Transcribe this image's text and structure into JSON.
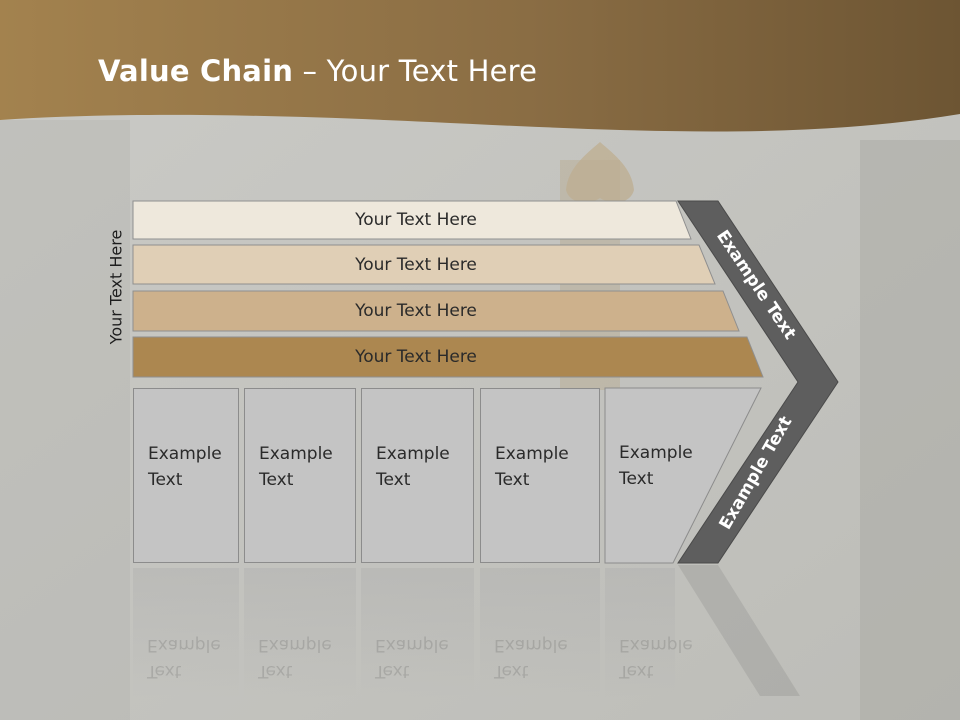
{
  "slide": {
    "title_bold": "Value Chain",
    "title_rest": " – Your Text Here"
  },
  "diagram": {
    "side_label": "Your Text Here",
    "bars": [
      {
        "label": "Your Text Here",
        "color": "#eee8dc"
      },
      {
        "label": "Your Text Here",
        "color": "#e0cfb6"
      },
      {
        "label": "Your Text Here",
        "color": "#cdb18c"
      },
      {
        "label": "Your Text Here",
        "color": "#ac8750"
      }
    ],
    "cells": [
      {
        "line1": "Example",
        "line2": "Text"
      },
      {
        "line1": "Example",
        "line2": "Text"
      },
      {
        "line1": "Example",
        "line2": "Text"
      },
      {
        "line1": "Example",
        "line2": "Text"
      },
      {
        "line1": "Example",
        "line2": "Text"
      }
    ],
    "chevron_upper_label": "Example Text",
    "chevron_lower_label": "Example Text"
  },
  "colors": {
    "header": "#8c6d3f",
    "background": "#c9c9c5",
    "chevron": "#5e5e5e",
    "cell": "#c4c4c4"
  }
}
